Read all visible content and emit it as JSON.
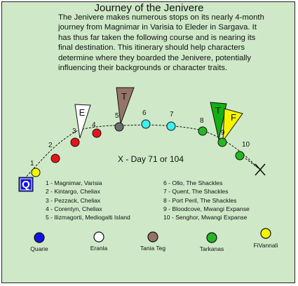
{
  "title": "Journey of the Jenivere",
  "intro": "The Jenivere makes numerous stops on its nearly 4-month journey from Magnimar in Varisia to Eleder in Sargava. It has thus far taken the following course and is nearing its final destination. This itinerary should help characters determine where they boarded the Jenivere, potentially influencing their backgrounds or character traits.",
  "status": "X - Day 71 or 104",
  "start_marker": "Q",
  "stops": [
    {
      "num": "1",
      "label": "1 - Magnimar, Varisia",
      "color": "#f5f500"
    },
    {
      "num": "2",
      "label": "2 - Kintargo, Cheliax",
      "color": "#e8141c"
    },
    {
      "num": "3",
      "label": "3 - Pezzack, Cheliax",
      "color": "#e8141c"
    },
    {
      "num": "4",
      "label": "4 - Corentyn, Cheliax",
      "color": "#e8141c"
    },
    {
      "num": "5",
      "label": "5 - Ilizmagorti, Mediogalti Island",
      "color": "#6e6e6e"
    },
    {
      "num": "6",
      "label": "6 - Ollo, The Shackles",
      "color": "#3cf0f0"
    },
    {
      "num": "7",
      "label": "7 - Quent, The Shackles",
      "color": "#3cf0f0"
    },
    {
      "num": "8",
      "label": "8 - Port Peril, The Shackles",
      "color": "#22b822"
    },
    {
      "num": "9",
      "label": "9 - Bloodcove, Mwangi Expanse",
      "color": "#22b822"
    },
    {
      "num": "10",
      "label": "10 - Senghor, Mwangi Expanse",
      "color": "#22b822"
    }
  ],
  "flags": [
    {
      "letter": "E",
      "color": "#ffffff"
    },
    {
      "letter": "T",
      "color": "#957468"
    },
    {
      "letter": "T",
      "color": "#12b012"
    },
    {
      "letter": "F",
      "color": "#f5f500"
    }
  ],
  "characters": [
    {
      "name": "Quarie",
      "color": "#1212e6"
    },
    {
      "name": "Eranla",
      "color": "#ffffff"
    },
    {
      "name": "Tania Teg",
      "color": "#957468"
    },
    {
      "name": "Tarkanas",
      "color": "#22b822"
    },
    {
      "name": "FiVannali",
      "color": "#f5f500"
    }
  ]
}
